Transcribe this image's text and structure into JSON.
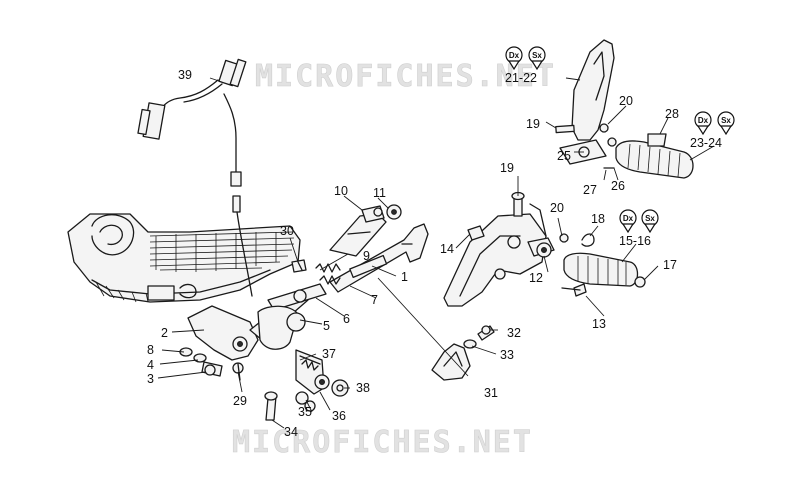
{
  "watermark": "MICROFICHES.NET",
  "badges": {
    "right": "Dx",
    "left": "Sx"
  },
  "labels": {
    "p1": "1",
    "p2": "2",
    "p3": "3",
    "p4": "4",
    "p5": "5",
    "p6": "6",
    "p7": "7",
    "p8": "8",
    "p9": "9",
    "p10": "10",
    "p11": "11",
    "p12": "12",
    "p13": "13",
    "p14": "14",
    "p15_16": "15-16",
    "p17": "17",
    "p18": "18",
    "p19a": "19",
    "p19b": "19",
    "p20a": "20",
    "p20b": "20",
    "p21_22": "21-22",
    "p23_24": "23-24",
    "p25": "25",
    "p26": "26",
    "p27": "27",
    "p28": "28",
    "p29": "29",
    "p30": "30",
    "p31": "31",
    "p32": "32",
    "p33": "33",
    "p34": "34",
    "p35": "35",
    "p36": "36",
    "p37": "37",
    "p38": "38",
    "p39": "39"
  }
}
